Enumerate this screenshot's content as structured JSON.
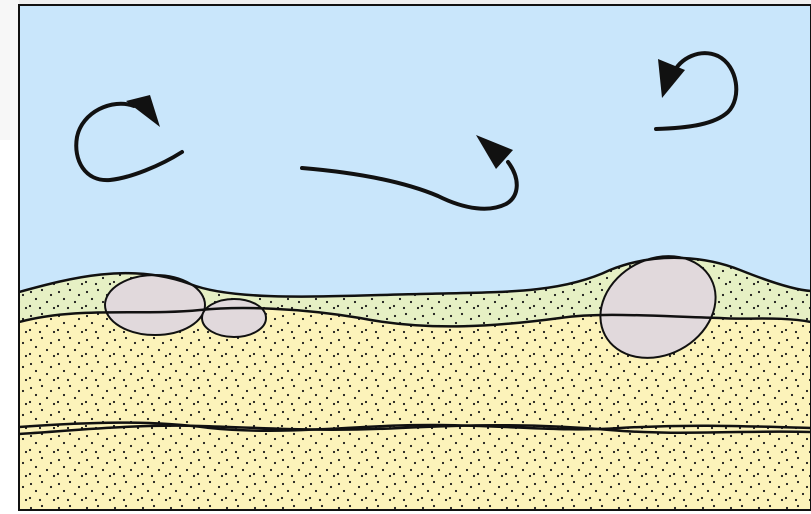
{
  "colors": {
    "water": "#c9e6fb",
    "sediment": "#fcf3ba",
    "surface_film": "#e2efc6",
    "dots": "#1a1a1a",
    "pebble_fill": "#e1d9dc",
    "outline": "#111111",
    "watermark": "#bdbdbd"
  },
  "elements": {
    "eddies": [
      "left-eddy",
      "middle-current",
      "right-eddy"
    ],
    "pebbles": 3,
    "sediment_layer_lines": 4
  }
}
